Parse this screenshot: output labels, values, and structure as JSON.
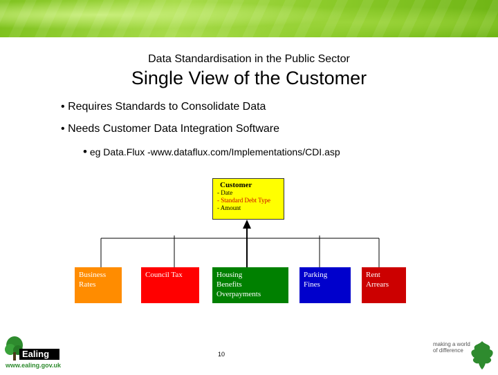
{
  "header": {
    "subtitle": "Data Standardisation in the Public Sector",
    "title": "Single View of the Customer"
  },
  "bullets": [
    {
      "marker": "•",
      "text": "Requires Standards to Consolidate Data"
    },
    {
      "marker": "•",
      "text": "Needs Customer Data Integration Software"
    }
  ],
  "sub_bullet": {
    "marker": "•",
    "text": "eg Data.Flux -www.dataflux.com/Implementations/CDI.asp"
  },
  "diagram": {
    "customer": {
      "title": "Customer",
      "fields": [
        "- Date",
        "- Standard Debt Type",
        "- Amount"
      ]
    },
    "departments": [
      {
        "lines": [
          "Business",
          "Rates"
        ],
        "color": "#ff8c00"
      },
      {
        "lines": [
          "Council Tax"
        ],
        "color": "#ff0000"
      },
      {
        "lines": [
          "Housing",
          "Benefits",
          "Overpayments"
        ],
        "color": "#008000"
      },
      {
        "lines": [
          "Parking",
          "Fines"
        ],
        "color": "#0000cc"
      },
      {
        "lines": [
          "Rent",
          "Arrears"
        ],
        "color": "#cc0000"
      }
    ]
  },
  "footer": {
    "page_number": "10",
    "left_logo": {
      "name": "Ealing",
      "url": "www.ealing.gov.uk"
    },
    "right_logo": {
      "line1": "making a world",
      "line2": "of difference"
    }
  },
  "colors": {
    "banner": "#8ccb2a",
    "customer_box": "#ffff00"
  }
}
